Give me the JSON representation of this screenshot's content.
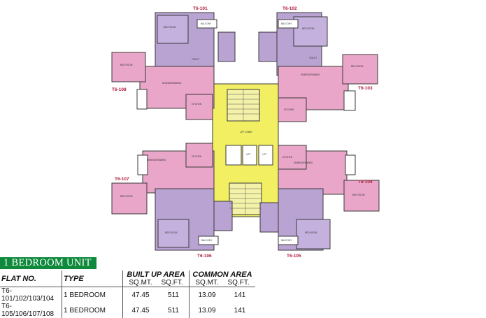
{
  "plan": {
    "flat_labels": [
      "T6-101",
      "T6-102",
      "T6-103",
      "T6-104",
      "T6-105",
      "T6-106",
      "T6-107",
      "T6-108"
    ],
    "core_label": "LIFT LOBBY",
    "lift_labels": [
      "LIFT",
      "LIFT"
    ],
    "room_labels": {
      "bedroom": "BED ROOM",
      "kitchen": "KITCHEN",
      "balcony": "BALCONY",
      "dining": "DINING/DRAWING",
      "toilet": "TOILET"
    },
    "colors": {
      "pink": "#e9a6c8",
      "purple": "#b9a3d3",
      "yellow": "#f3ef62",
      "green_banner": "#0f8a3c"
    }
  },
  "table": {
    "title": "1 BEDROOM UNIT",
    "headers": {
      "flat_no": "FLAT NO.",
      "type": "TYPE",
      "built_up": "BUILT UP AREA",
      "common": "COMMON AREA"
    },
    "subheaders": {
      "sqmt": "SQ.MT.",
      "sqft": "SQ.FT."
    },
    "rows": [
      {
        "flat_no": "T6-101/102/103/104",
        "type": "1 BEDROOM",
        "b_sqmt": "47.45",
        "b_sqft": "511",
        "c_sqmt": "13.09",
        "c_sqft": "141"
      },
      {
        "flat_no": "T6-105/106/107/108",
        "type": "1 BEDROOM",
        "b_sqmt": "47.45",
        "b_sqft": "511",
        "c_sqmt": "13.09",
        "c_sqft": "141"
      }
    ]
  }
}
